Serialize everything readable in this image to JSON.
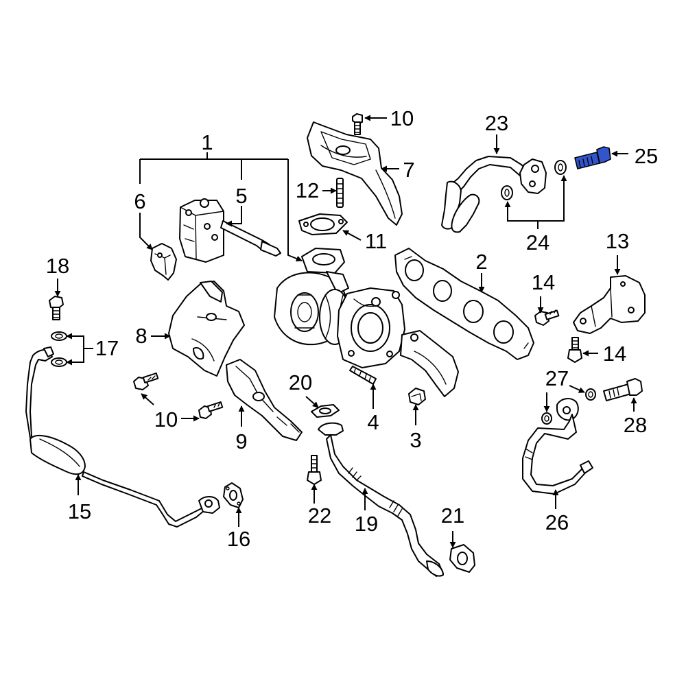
{
  "diagram": {
    "highlighted_part": "25",
    "highlight_color": "#3355cc",
    "callouts": [
      {
        "id": "c1",
        "label": "1"
      },
      {
        "id": "c2",
        "label": "2"
      },
      {
        "id": "c3",
        "label": "3"
      },
      {
        "id": "c4",
        "label": "4"
      },
      {
        "id": "c5",
        "label": "5"
      },
      {
        "id": "c6",
        "label": "6"
      },
      {
        "id": "c7",
        "label": "7"
      },
      {
        "id": "c8",
        "label": "8"
      },
      {
        "id": "c9",
        "label": "9"
      },
      {
        "id": "c10a",
        "label": "10"
      },
      {
        "id": "c10b",
        "label": "10"
      },
      {
        "id": "c11",
        "label": "11"
      },
      {
        "id": "c12",
        "label": "12"
      },
      {
        "id": "c13",
        "label": "13"
      },
      {
        "id": "c14a",
        "label": "14"
      },
      {
        "id": "c14b",
        "label": "14"
      },
      {
        "id": "c15",
        "label": "15"
      },
      {
        "id": "c16",
        "label": "16"
      },
      {
        "id": "c17",
        "label": "17"
      },
      {
        "id": "c18",
        "label": "18"
      },
      {
        "id": "c19",
        "label": "19"
      },
      {
        "id": "c20",
        "label": "20"
      },
      {
        "id": "c21",
        "label": "21"
      },
      {
        "id": "c22",
        "label": "22"
      },
      {
        "id": "c23",
        "label": "23"
      },
      {
        "id": "c24",
        "label": "24"
      },
      {
        "id": "c25",
        "label": "25"
      },
      {
        "id": "c26",
        "label": "26"
      },
      {
        "id": "c27",
        "label": "27"
      },
      {
        "id": "c28",
        "label": "28"
      }
    ]
  }
}
